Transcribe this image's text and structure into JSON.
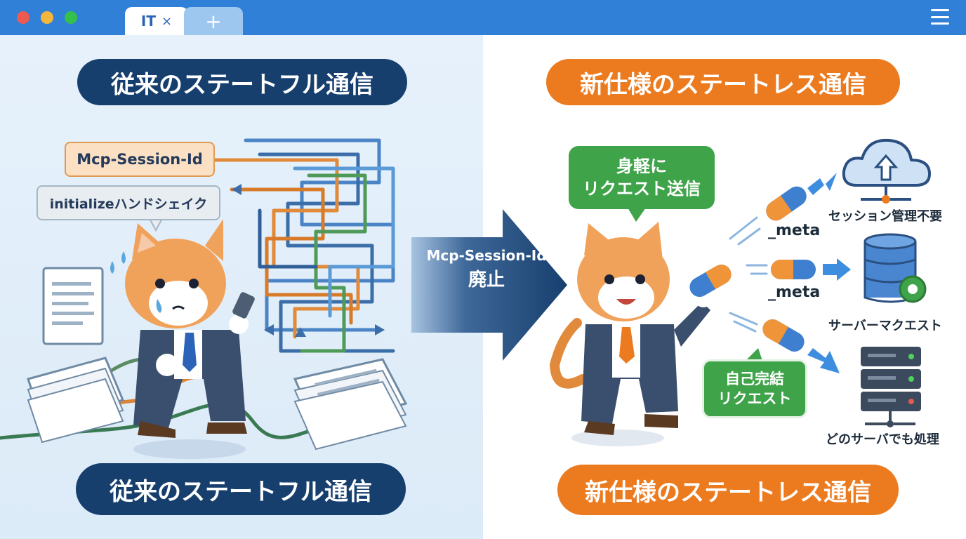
{
  "window": {
    "tab_label": "IT",
    "tab_close": "×",
    "new_tab": "+",
    "dot_colors": [
      "#ee5a4f",
      "#f4b63b",
      "#35c04b"
    ]
  },
  "left": {
    "title_top": "従来のステートフル通信",
    "title_bottom": "従来のステートフル通信",
    "session_tag": "Mcp-Session-Id",
    "init_tag": "initializeハンドシェイク"
  },
  "transition": {
    "line1": "Mcp-Session-Id",
    "line2": "廃止"
  },
  "right": {
    "title_top": "新仕様のステートレス通信",
    "title_bottom": "新仕様のステートレス通信",
    "bubble_line1": "身軽に",
    "bubble_line2": "リクエスト送信",
    "self_line1": "自己完結",
    "self_line2": "リクエスト",
    "meta_1": "_meta",
    "meta_2": "_meta",
    "server_1": "セッション管理不要",
    "server_2": "サーバーマクエスト",
    "server_3": "どのサーバでも処理"
  },
  "colors": {
    "navy": "#173f6e",
    "orange": "#ec7a1e",
    "green": "#3fa34a",
    "browser_blue": "#2f80d6"
  },
  "icons": [
    "cloud-upload-icon",
    "database-gear-icon",
    "server-rack-icon",
    "document-icon",
    "capsule-icon"
  ]
}
